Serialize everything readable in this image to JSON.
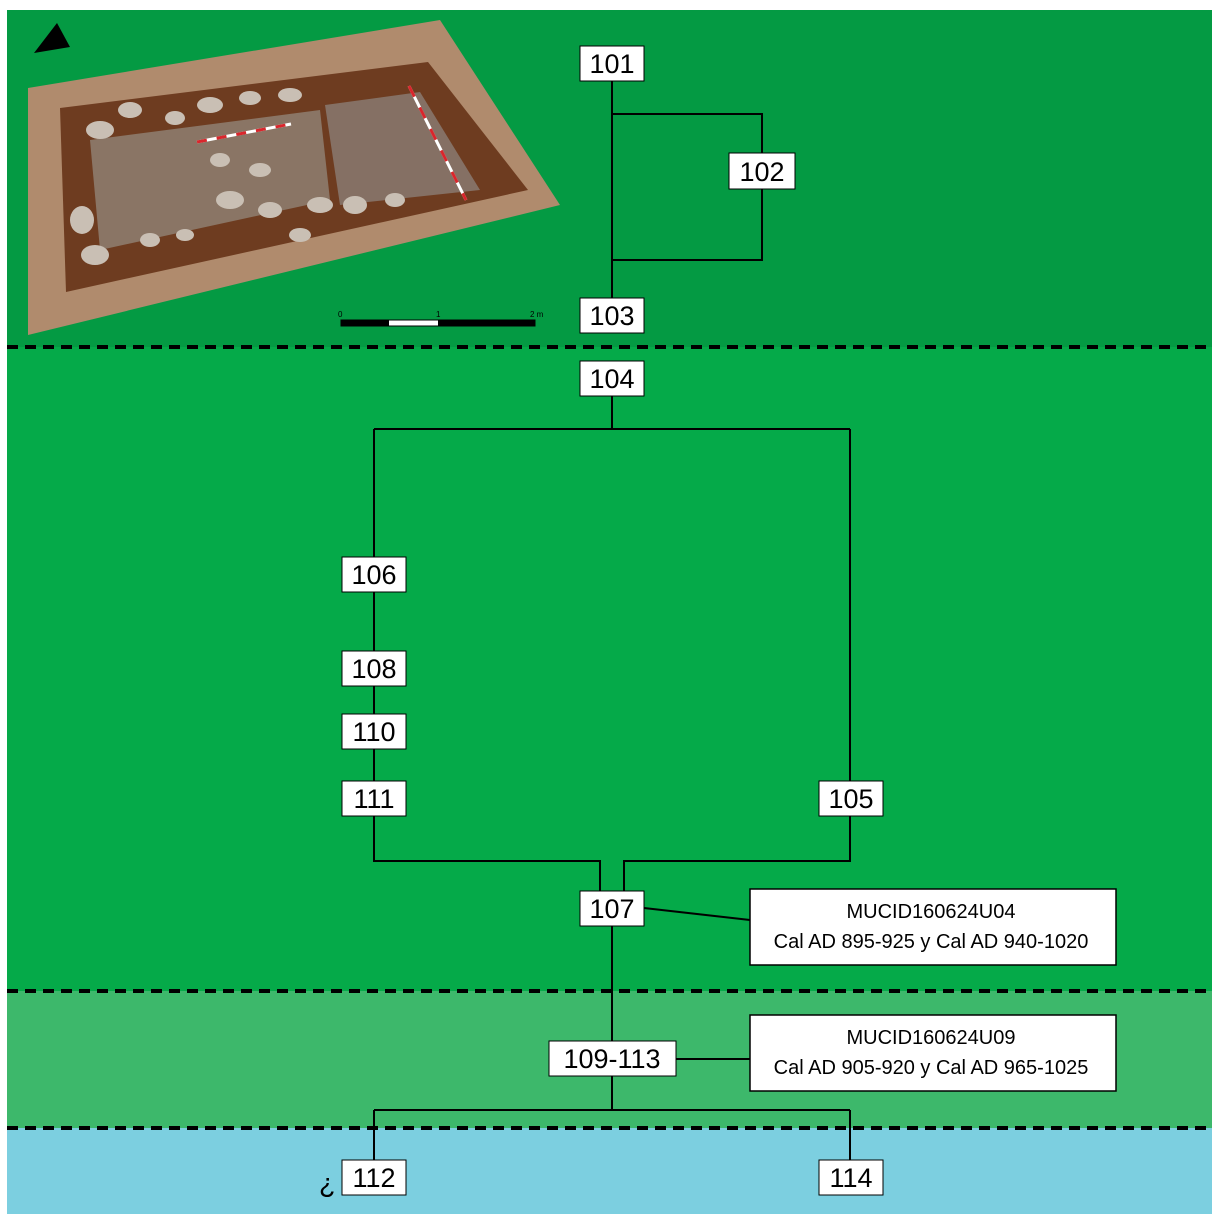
{
  "colors": {
    "top_zone": "#049a43",
    "upper_zone": "#05aa49",
    "middle_zone": "#3db86b",
    "bottom_zone": "#7ccfe0",
    "line": "#000000",
    "box_fill": "#ffffff"
  },
  "north_arrow_icon": "north-arrow-icon",
  "photo_icon": "excavation-photo-icon",
  "scale_bar": {
    "ticks": [
      "0",
      "1",
      "2 m"
    ]
  },
  "units": {
    "u101": "101",
    "u102": "102",
    "u103": "103",
    "u104": "104",
    "u105": "105",
    "u106": "106",
    "u107": "107",
    "u108": "108",
    "u110": "110",
    "u111": "111",
    "u109_113": "109-113",
    "u112": "112",
    "u114": "114"
  },
  "question_mark": "¿",
  "samples": [
    {
      "id": "MUCID160624U04",
      "dates": "Cal AD 895-925 y Cal AD 940-1020"
    },
    {
      "id": "MUCID160624U09",
      "dates": "Cal AD 905-920 y Cal AD 965-1025"
    }
  ]
}
